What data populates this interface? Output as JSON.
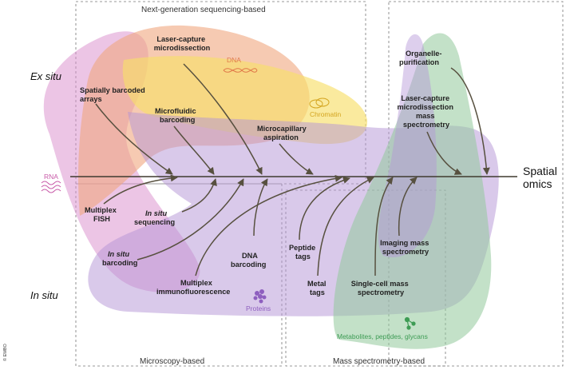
{
  "regions": {
    "ngs": "Next-generation sequencing-based",
    "microscopy": "Microscopy-based",
    "mass_spec": "Mass spectrometry-based"
  },
  "sides": {
    "ex_situ": "Ex situ",
    "in_situ": "In situ"
  },
  "output": {
    "line1": "Spatial",
    "line2": "omics"
  },
  "molecules": {
    "dna": "DNA",
    "chromatin": "Chromatin",
    "rna": "RNA",
    "proteins": "Proteins",
    "metabolites": "Metabolites, peptides, glycans"
  },
  "methods": {
    "laser_capture": [
      "Laser-capture",
      "microdissection"
    ],
    "spatially_barcoded": [
      "Spatially barcoded",
      "arrays"
    ],
    "microfluidic": [
      "Microfluidic",
      "barcoding"
    ],
    "microcapillary": [
      "Microcapillary",
      "aspiration"
    ],
    "organelle": [
      "Organelle-",
      "purification"
    ],
    "lcm_ms": [
      "Laser-capture",
      "microdissection",
      "mass",
      "spectrometry"
    ],
    "multiplex_fish": [
      "Multiplex",
      "FISH"
    ],
    "in_situ_seq": [
      "In situ",
      "sequencing"
    ],
    "in_situ_barcoding": [
      "In situ",
      "barcoding"
    ],
    "dna_barcoding": [
      "DNA",
      "barcoding"
    ],
    "multiplex_if": [
      "Multiplex",
      "immunofluorescence"
    ],
    "peptide_tags": [
      "Peptide",
      "tags"
    ],
    "metal_tags": [
      "Metal",
      "tags"
    ],
    "imaging_ms": [
      "Imaging mass",
      "spectrometry"
    ],
    "single_cell_ms": [
      "Single-cell mass",
      "spectrometry"
    ]
  },
  "copyright": "© EMBO",
  "colors": {
    "rna": "#d98bcc",
    "dna": "#f0a77e",
    "chromatin": "#f8de6a",
    "proteins": "#b394d6",
    "metabolites": "#92c99a",
    "arrow": "#57503f"
  }
}
